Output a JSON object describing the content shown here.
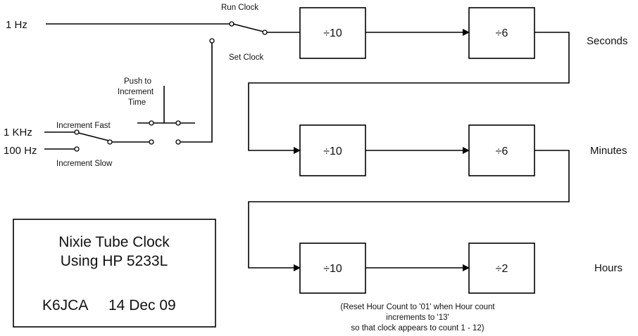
{
  "inputs": {
    "hz1": "1 Hz",
    "khz1": "1 KHz",
    "hz100": "100 Hz"
  },
  "switches": {
    "run_clock": "Run Clock",
    "set_clock": "Set Clock",
    "push_line1": "Push to",
    "push_line2": "Increment",
    "push_line3": "Time",
    "increment_fast": "Increment Fast",
    "increment_slow": "Increment Slow"
  },
  "dividers": {
    "seconds_a": "÷10",
    "seconds_b": "÷6",
    "minutes_a": "÷10",
    "minutes_b": "÷6",
    "hours_a": "÷10",
    "hours_b": "÷2"
  },
  "outputs": {
    "seconds": "Seconds",
    "minutes": "Minutes",
    "hours": "Hours"
  },
  "note": {
    "line1": "(Reset Hour Count to '01' when Hour count",
    "line2": "increments to '13'",
    "line3": "so that clock appears to count 1 - 12)"
  },
  "title_box": {
    "line1": "Nixie Tube Clock",
    "line2": "Using HP 5233L",
    "callsign": "K6JCA",
    "date": "14 Dec 09"
  }
}
